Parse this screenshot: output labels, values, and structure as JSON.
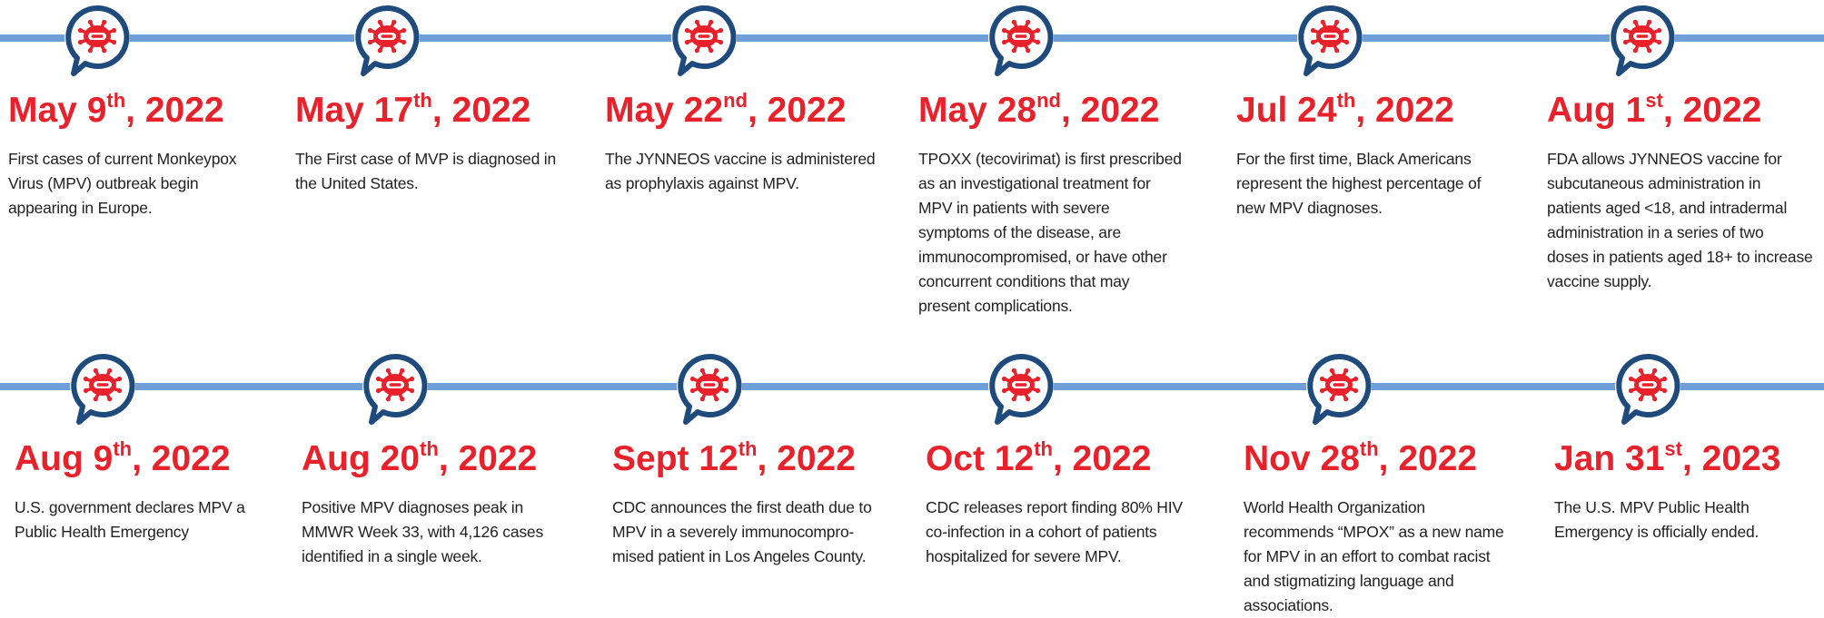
{
  "colors": {
    "accent_red": "#e8212b",
    "timeline_blue": "#6f9fd8",
    "marker_navy": "#1f4a7c",
    "text": "#222222"
  },
  "marker_icon": "virus-speech-bubble-icon",
  "events": [
    {
      "month": "May 9",
      "suffix": "th",
      "year": ", 2022",
      "lines": [
        "First cases of current Monkeypox",
        "Virus (MPV) outbreak begin",
        "appearing in Europe."
      ]
    },
    {
      "month": "May 17",
      "suffix": "th",
      "year": ", 2022",
      "lines": [
        "The First case of MVP is diagnosed in",
        "the United States."
      ]
    },
    {
      "month": "May 22",
      "suffix": "nd",
      "year": ", 2022",
      "lines": [
        "The JYNNEOS vaccine is administered",
        "as prophylaxis against MPV."
      ]
    },
    {
      "month": "May 28",
      "suffix": "nd",
      "year": ", 2022",
      "lines": [
        "TPOXX (tecovirimat) is first prescribed",
        "as an investigational treatment for",
        "MPV in patients with severe",
        "symptoms of the disease, are",
        "immunocompromised, or have other",
        "concurrent conditions that may",
        "present complications."
      ]
    },
    {
      "month": "Jul 24",
      "suffix": "th",
      "year": ", 2022",
      "lines": [
        "For the first time, Black Americans",
        "represent the highest percentage of",
        "new MPV diagnoses."
      ]
    },
    {
      "month": "Aug 1",
      "suffix": "st",
      "year": ", 2022",
      "lines": [
        "FDA allows JYNNEOS vaccine for",
        "subcutaneous administration in",
        "patients aged <18, and intradermal",
        "administration in a series of two",
        "doses in patients aged 18+ to increase",
        "vaccine supply."
      ]
    },
    {
      "month": "Aug 9",
      "suffix": "th",
      "year": ", 2022",
      "lines": [
        "U.S. government declares MPV a",
        "Public Health Emergency"
      ]
    },
    {
      "month": "Aug 20",
      "suffix": "th",
      "year": ", 2022",
      "lines": [
        "Positive MPV diagnoses peak in",
        "MMWR Week 33, with 4,126 cases",
        "identified in a single week."
      ]
    },
    {
      "month": "Sept 12",
      "suffix": "th",
      "year": ", 2022",
      "lines": [
        "CDC announces the first death due to",
        "MPV in a severely immunocompro-",
        "mised patient in Los Angeles County."
      ]
    },
    {
      "month": "Oct 12",
      "suffix": "th",
      "year": ", 2022",
      "lines": [
        "CDC releases report finding 80% HIV",
        "co-infection in a cohort of patients",
        "hospitalized for severe MPV."
      ]
    },
    {
      "month": "Nov 28",
      "suffix": "th",
      "year": ", 2022",
      "lines": [
        "World Health Organization",
        "recommends “MPOX” as a new name",
        "for MPV in an effort to combat racist",
        "and stigmatizing language and",
        "associations."
      ]
    },
    {
      "month": "Jan 31",
      "suffix": "st",
      "year": ", 2023",
      "lines": [
        "The U.S. MPV Public Health",
        "Emergency is officially ended."
      ]
    }
  ]
}
